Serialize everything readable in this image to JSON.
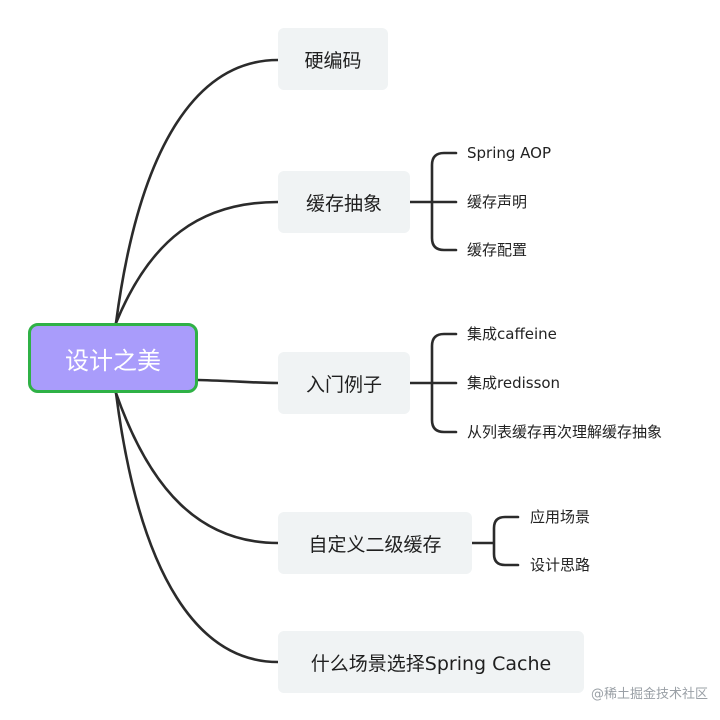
{
  "root": {
    "label": "设计之美"
  },
  "branches": [
    {
      "label": "硬编码",
      "children": []
    },
    {
      "label": "缓存抽象",
      "children": [
        "Spring AOP",
        "缓存声明",
        "缓存配置"
      ]
    },
    {
      "label": "入门例子",
      "children": [
        "集成caffeine",
        "集成redisson",
        "从列表缓存再次理解缓存抽象"
      ]
    },
    {
      "label": "自定义二级缓存",
      "children": [
        "应用场景",
        "设计思路"
      ]
    },
    {
      "label": "什么场景选择Spring Cache",
      "children": []
    }
  ],
  "watermark": "@稀土掘金技术社区",
  "colors": {
    "root_fill": "#a99cfb",
    "root_border": "#2fb146",
    "branch_fill": "#f0f3f4",
    "line": "#2b2b2b"
  }
}
